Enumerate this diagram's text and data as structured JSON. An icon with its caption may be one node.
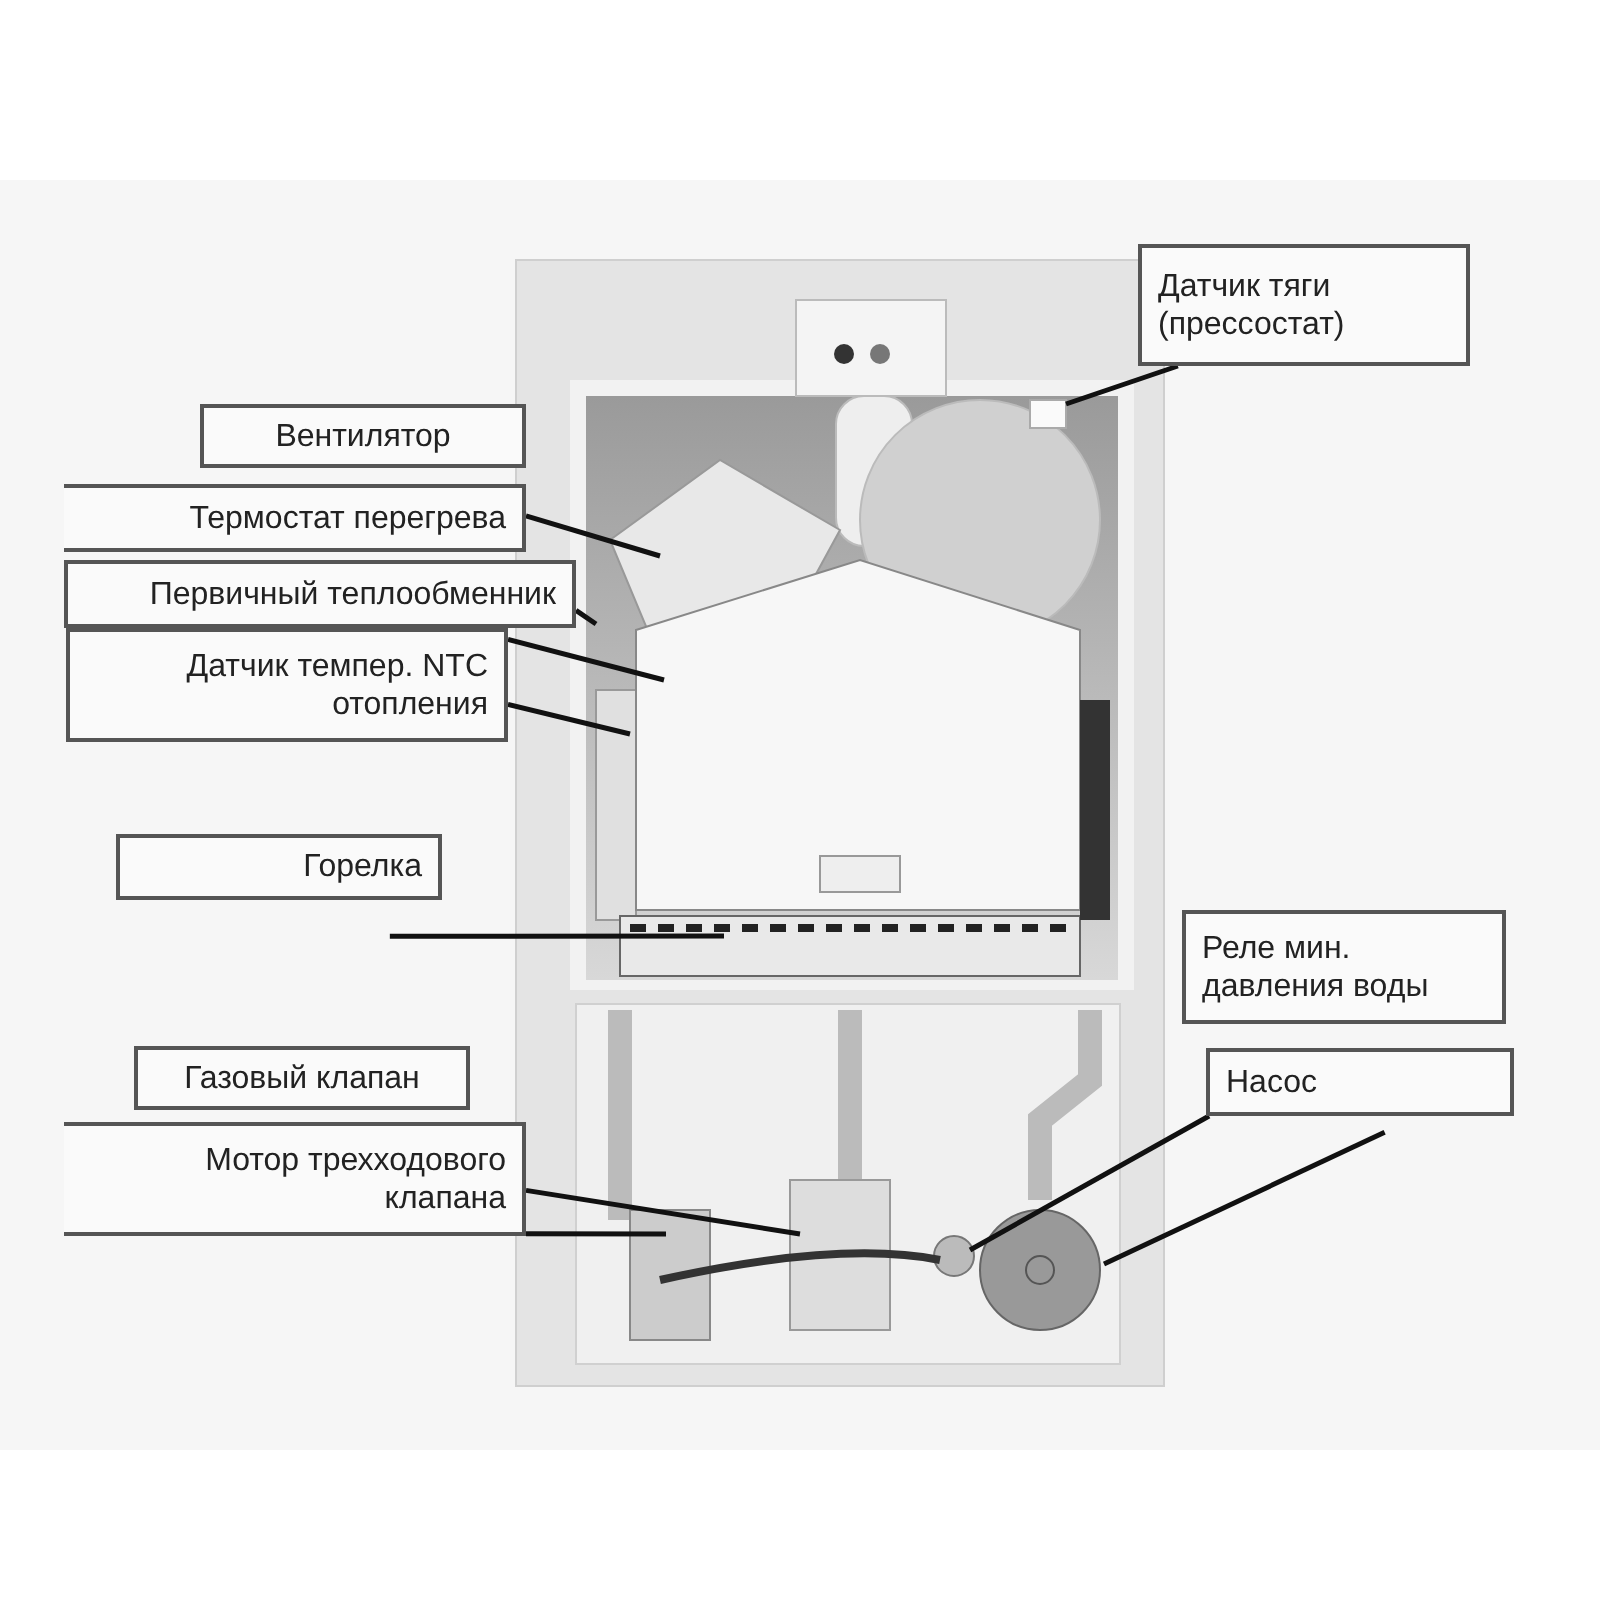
{
  "diagram": {
    "nodes": [
      {
        "text": [
          "Датчик тяги (прессостат)"
        ]
      },
      {
        "text": [
          "Вентилятор"
        ]
      },
      {
        "text": [
          "Термостат перегрева"
        ]
      },
      {
        "text": [
          "Первичный теплообменник"
        ]
      },
      {
        "text": [
          "Датчик темпер. NTC отопления"
        ]
      },
      {
        "text": [
          "Горелка"
        ]
      },
      {
        "text": [
          "Реле мин. давления воды"
        ]
      },
      {
        "text": [
          "Газовый клапан"
        ]
      },
      {
        "text": [
          "Насос"
        ]
      },
      {
        "text": [
          "Мотор трехходового клапана"
        ]
      }
    ],
    "edges": [
      {
        "from": 0,
        "to": null,
        "arrow": "none"
      },
      {
        "from": 2,
        "to": null,
        "arrow": "none"
      },
      {
        "from": 3,
        "to": null,
        "arrow": "none"
      },
      {
        "from": 4,
        "to": null,
        "arrow": "none"
      },
      {
        "from": 4,
        "to": null,
        "arrow": "none"
      },
      {
        "from": 5,
        "to": null,
        "arrow": "none"
      },
      {
        "from": 9,
        "to": null,
        "arrow": "none"
      },
      {
        "from": 9,
        "to": null,
        "arrow": "none"
      },
      {
        "from": 8,
        "to": null,
        "arrow": "none"
      },
      {
        "from": 8,
        "to": null,
        "arrow": "none"
      }
    ]
  }
}
